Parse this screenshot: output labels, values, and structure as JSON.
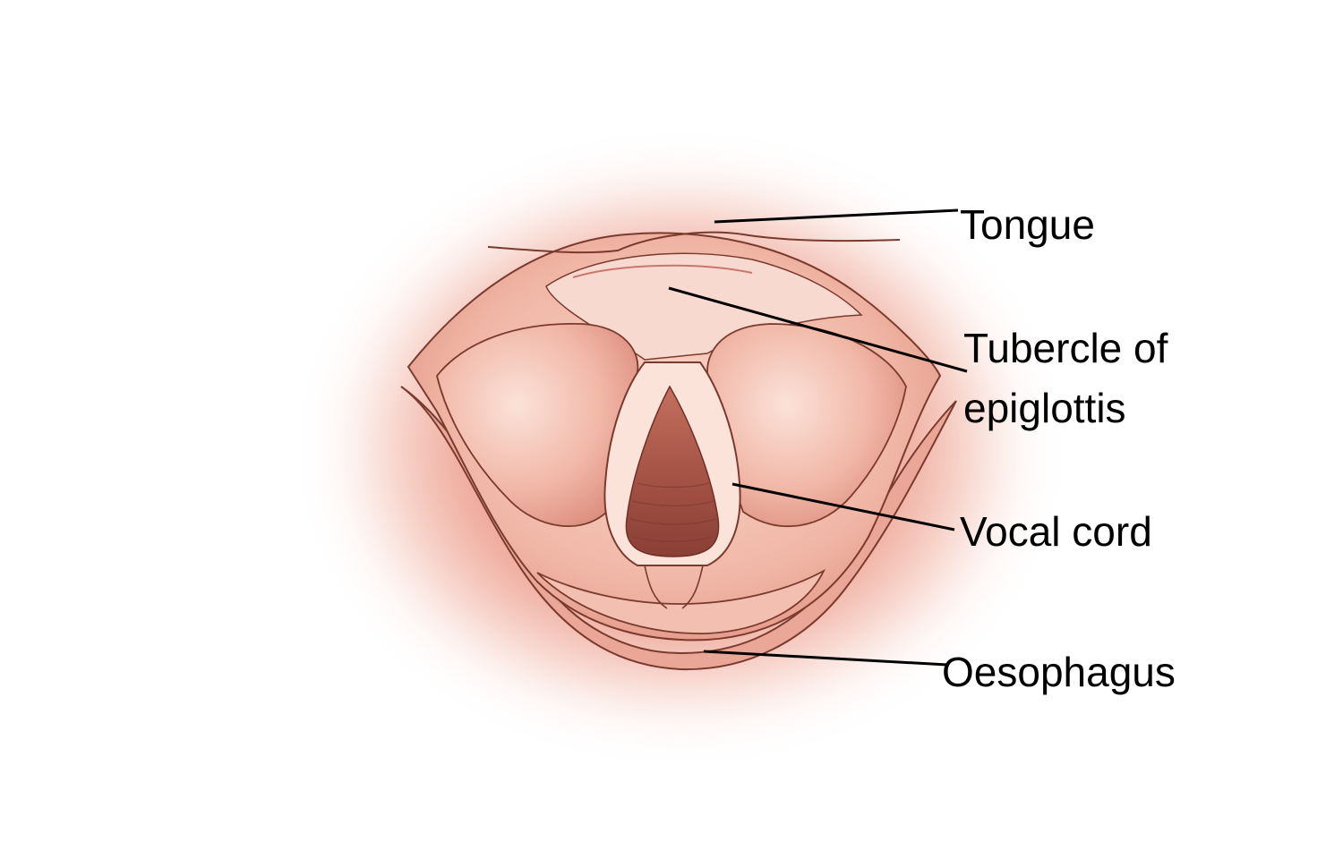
{
  "labels": {
    "tongue": "Tongue",
    "tubercle": "Tubercle of\nepiglottis",
    "vocal_cord": "Vocal cord",
    "oesophagus": "Oesophagus"
  },
  "colors": {
    "background": "#ffffff",
    "tissue_light": "#f6cbbd",
    "tissue_mid": "#e7998a",
    "tissue_dark": "#c9766b",
    "outline": "#7a3a2e",
    "airway": "#9a4a3c",
    "leader_line": "#000000"
  }
}
